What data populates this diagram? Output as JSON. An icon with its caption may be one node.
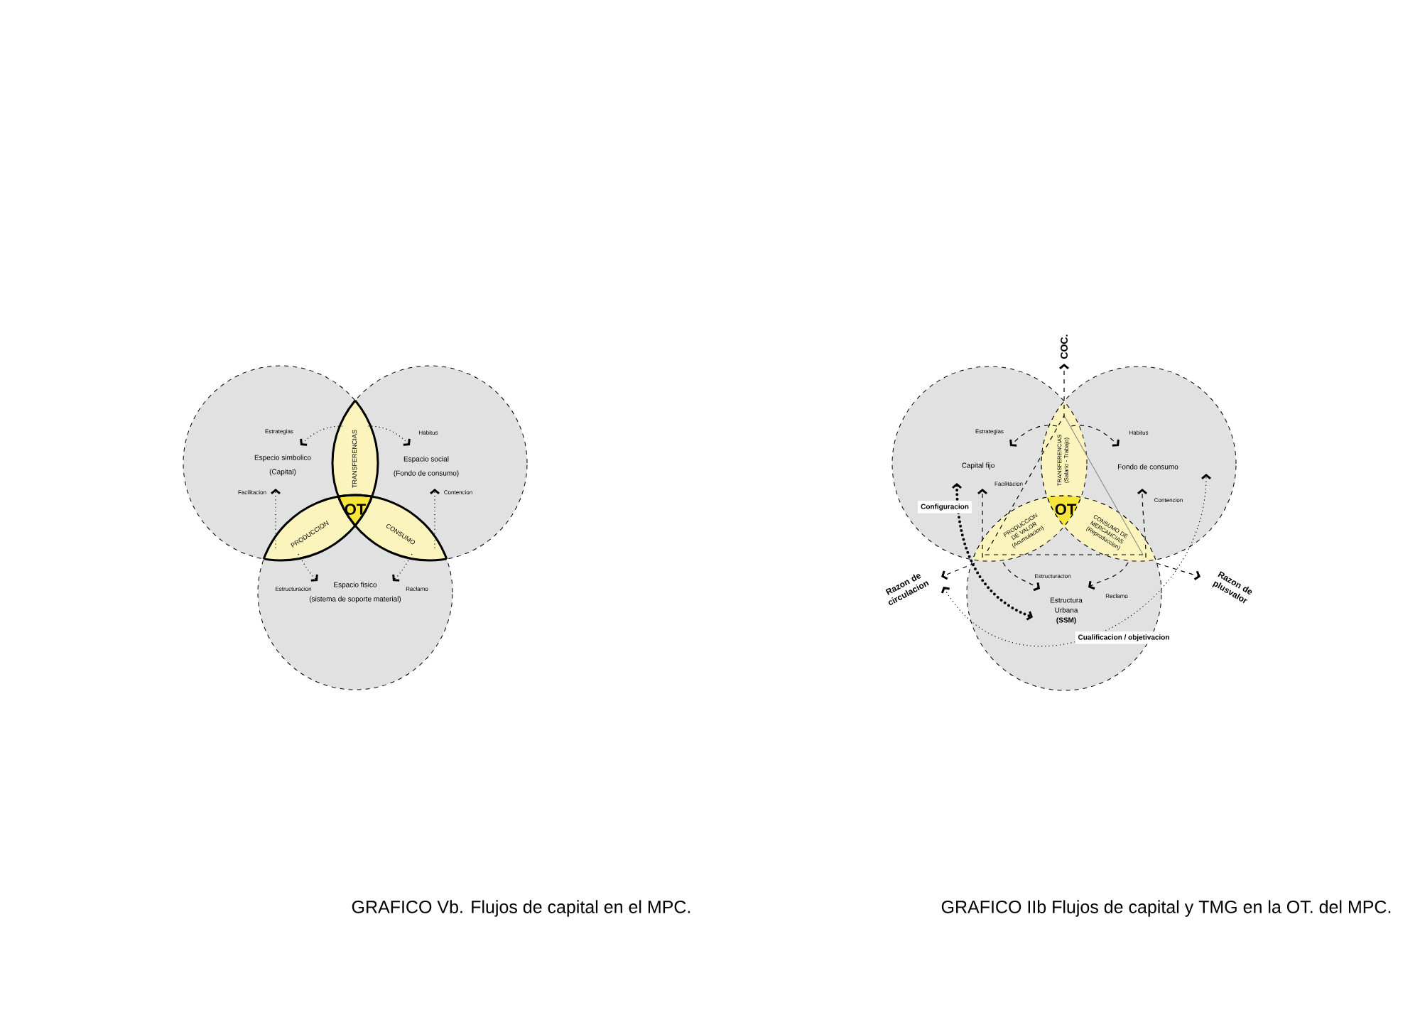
{
  "diagram": {
    "nodes": [
      {
        "text": [
          "Especio simbolico",
          "(Capital)"
        ]
      },
      {
        "text": [
          "Espacio social",
          "(Fondo de consumo)"
        ]
      },
      {
        "text": [
          "Espacio fisico",
          "(sistema de soporte material)"
        ]
      },
      {
        "text": [
          "TRANSFERENCIAS"
        ]
      },
      {
        "text": [
          "PRODUCCION"
        ]
      },
      {
        "text": [
          "CONSUMO"
        ]
      },
      {
        "text": [
          "OT"
        ]
      },
      {
        "text": [
          "Capital fijo"
        ]
      },
      {
        "text": [
          "Fondo de consumo"
        ]
      },
      {
        "text": [
          "Estructura Urbana **(SSM)**"
        ]
      },
      {
        "text": [
          "TRANSFERENCIAS",
          "(Salario - Trabajo)"
        ]
      },
      {
        "text": [
          "PRODUCCION DE VALOR",
          "(Acumulacion)"
        ]
      },
      {
        "text": [
          "CONSUMO DE MERCANCIAS",
          "(Reproduccion)"
        ]
      },
      {
        "text": [
          "OT"
        ]
      },
      {
        "text": [
          "COC."
        ]
      },
      {
        "text": [
          "Razon de circulacion"
        ]
      },
      {
        "text": [
          "Razon de plusvalor"
        ]
      }
    ],
    "edges": [
      {
        "from": 3,
        "to": 0,
        "arrow": "to",
        "label": "Estrategias",
        "style": "dashed"
      },
      {
        "from": 3,
        "to": 1,
        "arrow": "to",
        "label": "Habitus",
        "style": "dashed"
      },
      {
        "from": 4,
        "to": 0,
        "arrow": "to",
        "label": "Facilitacion",
        "style": "dashed"
      },
      {
        "from": 5,
        "to": 1,
        "arrow": "to",
        "label": "Contencion",
        "style": "dashed"
      },
      {
        "from": 4,
        "to": 2,
        "arrow": "to",
        "label": "Estructuracion",
        "style": "dashed"
      },
      {
        "from": 5,
        "to": 2,
        "arrow": "to",
        "label": "Reclamo",
        "style": "dashed"
      },
      {
        "from": 10,
        "to": 7,
        "arrow": "to",
        "label": "Estrategias",
        "style": "dashed"
      },
      {
        "from": 10,
        "to": 8,
        "arrow": "to",
        "label": "Habitus",
        "style": "dashed"
      },
      {
        "from": 11,
        "to": 7,
        "arrow": "to",
        "label": "Facilitacion",
        "style": "dashed"
      },
      {
        "from": 12,
        "to": 8,
        "arrow": "to",
        "label": "Contencion",
        "style": "dashed"
      },
      {
        "from": 11,
        "to": 9,
        "arrow": "to",
        "label": "Estructuracion",
        "style": "dashed"
      },
      {
        "from": 12,
        "to": 9,
        "arrow": "to",
        "label": "Reclamo",
        "style": "dashed"
      },
      {
        "from": 10,
        "to": 14,
        "arrow": "to",
        "style": "dashed"
      },
      {
        "from": 11,
        "to": 15,
        "arrow": "to",
        "style": "dashed"
      },
      {
        "from": 12,
        "to": 16,
        "arrow": "to",
        "style": "dashed"
      },
      {
        "from": 7,
        "to": 9,
        "arrow": "both",
        "label": "Configuracion",
        "style": "dashed"
      },
      {
        "from": 15,
        "to": 8,
        "arrow": "both",
        "label": "Cualificacion / objetivacion",
        "style": "dashed"
      }
    ],
    "labels": [
      "GRAFICO Vb. Flujos de capital en el MPC.",
      "GRAFICO IIb Flujos de capital y TMG en la OT. del MPC."
    ]
  }
}
